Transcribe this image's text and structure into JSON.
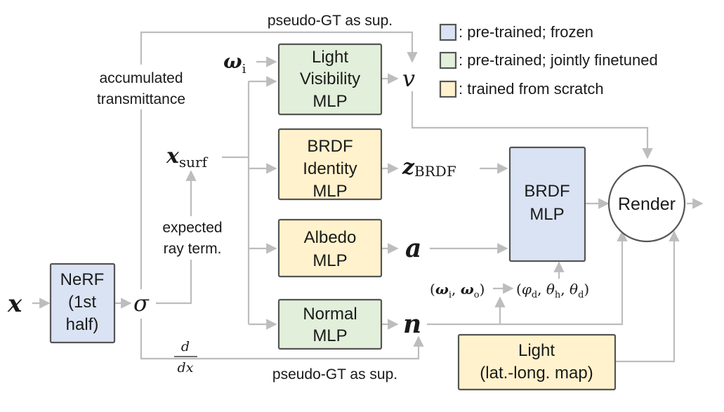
{
  "colors": {
    "frozen": "#dae3f3",
    "jointly_finetuned": "#e2efda",
    "from_scratch": "#fff2cc",
    "arrow": "#bdbdbd",
    "border": "#555555"
  },
  "legend": {
    "frozen": ": pre-trained; frozen",
    "jointly_finetuned": ": pre-trained; jointly finetuned",
    "from_scratch": ": trained from scratch"
  },
  "boxes": {
    "nerf": [
      "NeRF",
      "(1st",
      "half)"
    ],
    "light_visibility": [
      "Light",
      "Visibility",
      "MLP"
    ],
    "brdf_identity": [
      "BRDF",
      "Identity",
      "MLP"
    ],
    "albedo": [
      "Albedo",
      "MLP"
    ],
    "normal": [
      "Normal",
      "MLP"
    ],
    "brdf_mlp": [
      "BRDF",
      "MLP"
    ],
    "light_map": [
      "Light",
      "(lat.-long. map)"
    ],
    "render": "Render"
  },
  "labels": {
    "pseudo_gt_top": "pseudo-GT as sup.",
    "pseudo_gt_bottom": "pseudo-GT as sup.",
    "accumulated_transmittance": [
      "accumulated",
      "transmittance"
    ],
    "expected_ray_term": [
      "expected",
      "ray term."
    ]
  },
  "math": {
    "x": "x",
    "sigma": "σ",
    "omega_i": "ω",
    "omega_i_sub": "i",
    "x_surf": "x",
    "x_surf_sub": "surf",
    "v": "v",
    "z_brdf": "z",
    "z_brdf_sub": "BRDF",
    "a": "a",
    "n": "n",
    "d_numerator": "d",
    "d_denominator": "dx",
    "omega_pair": "(ω_i, ω_o)",
    "angles": "(φ_d, θ_h, θ_d)"
  }
}
